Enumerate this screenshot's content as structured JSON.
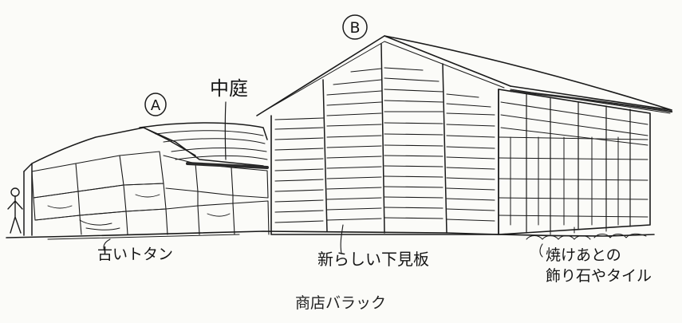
{
  "labels": {
    "marker_a": "A",
    "marker_b": "B",
    "courtyard": "中庭",
    "old_tin": "古いトタン",
    "new_boards": "新らしい下見板",
    "burnt_deco_line1": "焼けあとの",
    "burnt_deco_line2": "飾り石やタイル"
  },
  "caption": "商店バラック"
}
